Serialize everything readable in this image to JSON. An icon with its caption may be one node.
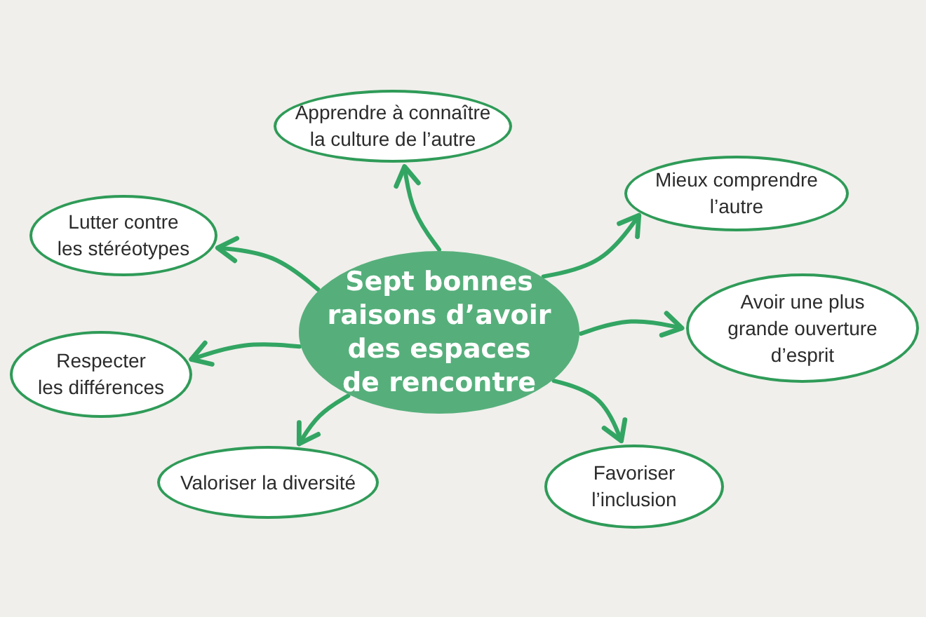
{
  "diagram": {
    "nodes": [
      {
        "text": [
          "Sept bonnes raisons d’avoir des espaces de rencontre"
        ]
      },
      {
        "text": [
          "Apprendre à connaître la culture de l’autre"
        ]
      },
      {
        "text": [
          "Mieux comprendre l’autre"
        ]
      },
      {
        "text": [
          "Lutter contre les stéréotypes"
        ]
      },
      {
        "text": [
          "Avoir une plus grande ouverture d’esprit"
        ]
      },
      {
        "text": [
          "Respecter les différences"
        ]
      },
      {
        "text": [
          "Valoriser la diversité"
        ]
      },
      {
        "text": [
          "Favoriser l’inclusion"
        ]
      }
    ],
    "edges": [
      {
        "from": 0,
        "to": 1,
        "arrow": "to"
      },
      {
        "from": 0,
        "to": 2,
        "arrow": "to"
      },
      {
        "from": 0,
        "to": 3,
        "arrow": "to"
      },
      {
        "from": 0,
        "to": 4,
        "arrow": "to"
      },
      {
        "from": 0,
        "to": 5,
        "arrow": "to"
      },
      {
        "from": 0,
        "to": 6,
        "arrow": "to"
      },
      {
        "from": 0,
        "to": 7,
        "arrow": "to"
      }
    ]
  }
}
